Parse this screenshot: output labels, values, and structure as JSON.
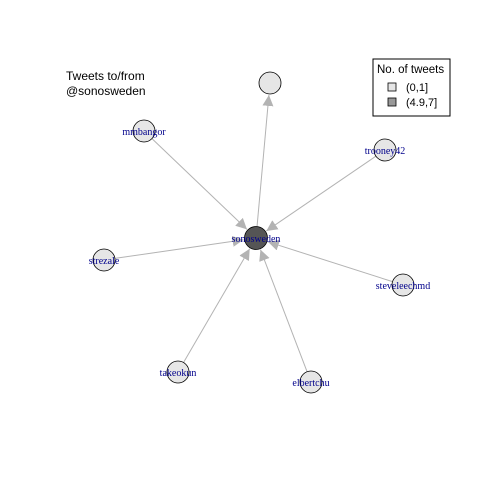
{
  "title_lines": [
    "Tweets to/from",
    "@sonosweden"
  ],
  "legend": {
    "title": "No. of tweets",
    "items": [
      {
        "label": "(0,1]",
        "color": "#e6e6e6"
      },
      {
        "label": "(4.9,7]",
        "color": "#999999"
      }
    ]
  },
  "colors": {
    "node_light": "#e6e6e6",
    "node_dark": "#555555",
    "node_border": "#000000",
    "edge": "#b3b3b3",
    "label": "#00008b"
  },
  "nodes": [
    {
      "id": "sonosweden",
      "label": "sonosweden",
      "tweet_bin": "(4.9,7]"
    },
    {
      "id": "unlabeled",
      "label": "",
      "tweet_bin": "(0,1]"
    },
    {
      "id": "mmbangor",
      "label": "mmbangor",
      "tweet_bin": "(0,1]"
    },
    {
      "id": "trooney42",
      "label": "trooney42",
      "tweet_bin": "(0,1]"
    },
    {
      "id": "strezale",
      "label": "strezale",
      "tweet_bin": "(0,1]"
    },
    {
      "id": "steveleechmd",
      "label": "steveleechmd",
      "tweet_bin": "(0,1]"
    },
    {
      "id": "takeokun",
      "label": "takeokun",
      "tweet_bin": "(0,1]"
    },
    {
      "id": "elbertchu",
      "label": "elbertchu",
      "tweet_bin": "(0,1]"
    }
  ],
  "edges": [
    {
      "from": "sonosweden",
      "to": "unlabeled"
    },
    {
      "from": "mmbangor",
      "to": "sonosweden"
    },
    {
      "from": "trooney42",
      "to": "sonosweden"
    },
    {
      "from": "strezale",
      "to": "sonosweden"
    },
    {
      "from": "steveleechmd",
      "to": "sonosweden"
    },
    {
      "from": "takeokun",
      "to": "sonosweden"
    },
    {
      "from": "elbertchu",
      "to": "sonosweden"
    }
  ]
}
